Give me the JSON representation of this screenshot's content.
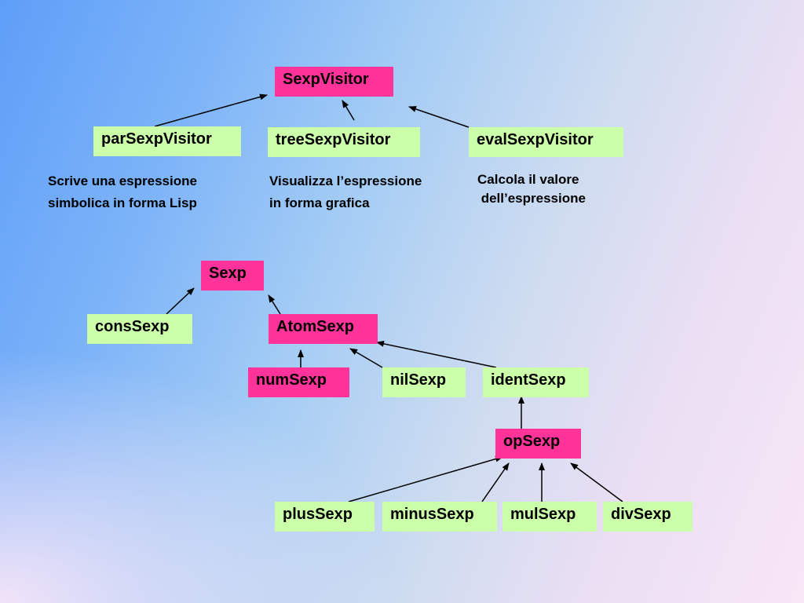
{
  "nodes": {
    "sexp_visitor": "SexpVisitor",
    "par_sexp_visitor": "parSexpVisitor",
    "tree_sexp_visitor": "treeSexpVisitor",
    "eval_sexp_visitor": "evalSexpVisitor",
    "sexp": "Sexp",
    "cons_sexp": "consSexp",
    "atom_sexp": "AtomSexp",
    "num_sexp": "numSexp",
    "nil_sexp": "nilSexp",
    "ident_sexp": "identSexp",
    "op_sexp": "opSexp",
    "plus_sexp": "plusSexp",
    "minus_sexp": "minusSexp",
    "mul_sexp": "mulSexp",
    "div_sexp": "divSexp"
  },
  "descriptions": {
    "par_line1": "Scrive una espressione",
    "par_line2": "simbolica in forma Lisp",
    "tree_line1": "Visualizza l’espressione",
    "tree_line2": "in forma grafica",
    "eval_line1": "Calcola il valore",
    "eval_line2": " dell’espressione"
  },
  "colors": {
    "abstract_node": "#ff3399",
    "concrete_node": "#ccffaa",
    "arrow": "#000000"
  }
}
